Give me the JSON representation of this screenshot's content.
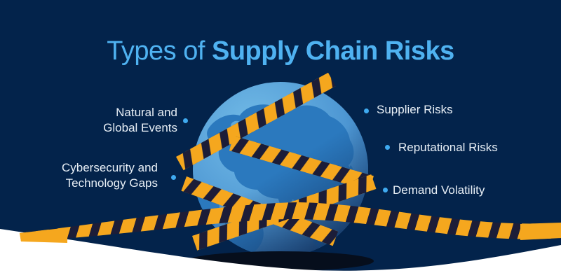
{
  "header": {
    "title_regular": "Types of",
    "title_bold": "Supply Chain Risks"
  },
  "risks": {
    "left": [
      {
        "label": "Natural and\nGlobal Events"
      },
      {
        "label": "Cybersecurity and\nTechnology Gaps"
      }
    ],
    "right": [
      {
        "label": "Supplier Risks"
      },
      {
        "label": "Reputational Risks"
      },
      {
        "label": "Demand Volatility"
      }
    ]
  },
  "illustration": {
    "subject": "globe wrapped in caution tape above a shadow, dark navy card with white wave cutout",
    "colors": {
      "background_navy": "#03234B",
      "title_blue": "#4FB2F1",
      "label_text": "#E8EFF6",
      "bullet_blue": "#3FAAF0",
      "globe_light": "#74BDE8",
      "globe_deep": "#1B5796",
      "continent_blue": "#2B79BE",
      "tape_yellow": "#F5A71E",
      "tape_stripe": "#1C1D38",
      "globe_shadow": "#060E1C",
      "wave_white": "#FFFFFF"
    }
  }
}
